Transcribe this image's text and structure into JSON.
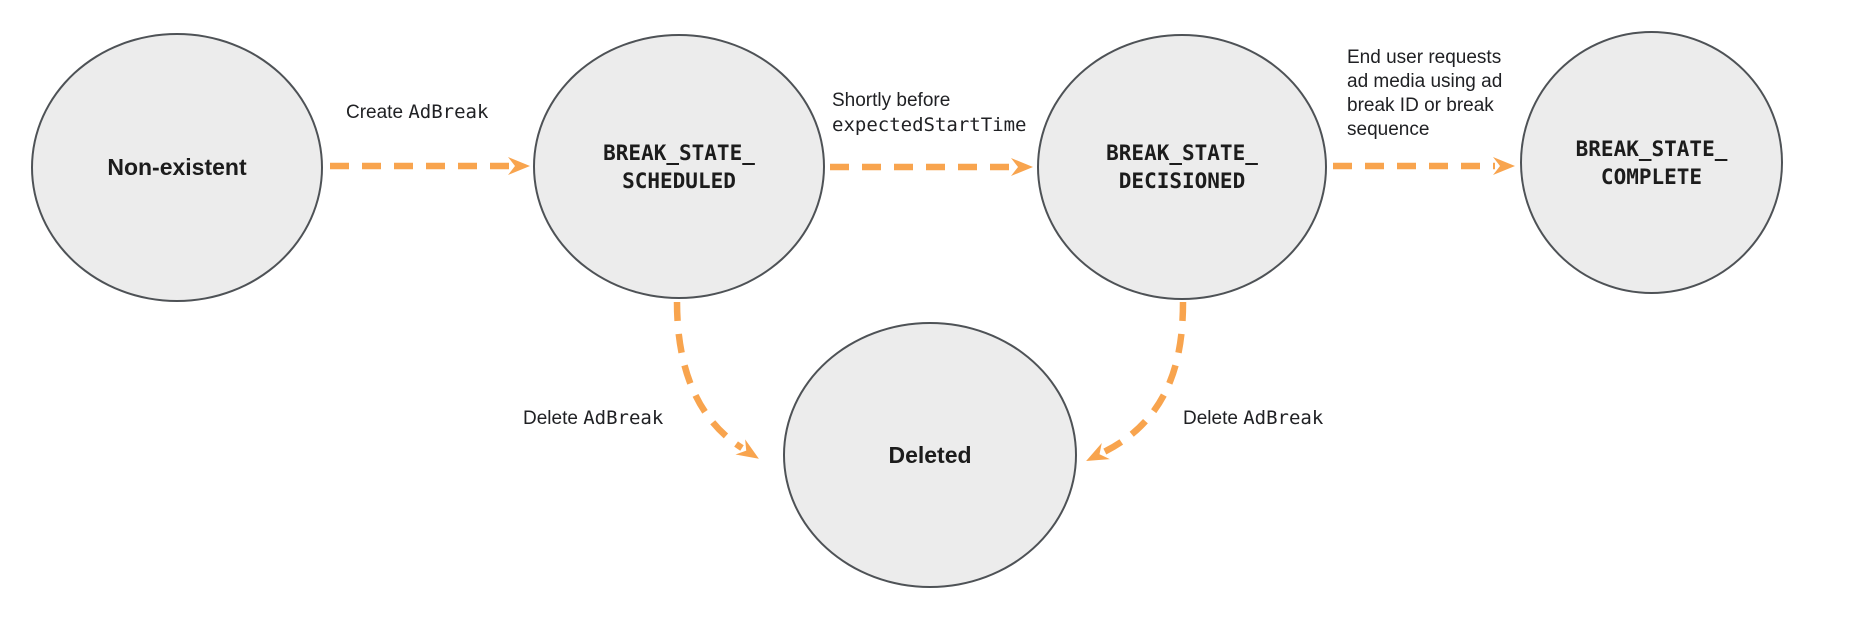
{
  "diagram": {
    "kind": "state-diagram",
    "colors": {
      "arrow": "#F8A44E",
      "node_fill": "#ECECEC",
      "node_stroke": "#4E5256",
      "text": "#202124"
    },
    "nodes": [
      {
        "id": "non-existent",
        "label": "Non-existent",
        "style": "plain"
      },
      {
        "id": "break-state-scheduled",
        "label": "BREAK_STATE_\nSCHEDULED",
        "style": "code"
      },
      {
        "id": "break-state-decisioned",
        "label": "BREAK_STATE_\nDECISIONED",
        "style": "code"
      },
      {
        "id": "break-state-complete",
        "label": "BREAK_STATE_\nCOMPLETE",
        "style": "code"
      },
      {
        "id": "deleted",
        "label": "Deleted",
        "style": "plain"
      }
    ],
    "edges": [
      {
        "from": "non-existent",
        "to": "break-state-scheduled",
        "label_plain": "Create ",
        "label_code": "AdBreak"
      },
      {
        "from": "break-state-scheduled",
        "to": "break-state-decisioned",
        "label_plain": "Shortly before",
        "label_code": "expectedStartTime"
      },
      {
        "from": "break-state-decisioned",
        "to": "break-state-complete",
        "label_plain": "End user requests\nad media using ad\nbreak ID or break\nsequence",
        "label_code": ""
      },
      {
        "from": "break-state-scheduled",
        "to": "deleted",
        "label_plain": "Delete ",
        "label_code": "AdBreak"
      },
      {
        "from": "break-state-decisioned",
        "to": "deleted",
        "label_plain": "Delete ",
        "label_code": "AdBreak"
      }
    ]
  }
}
